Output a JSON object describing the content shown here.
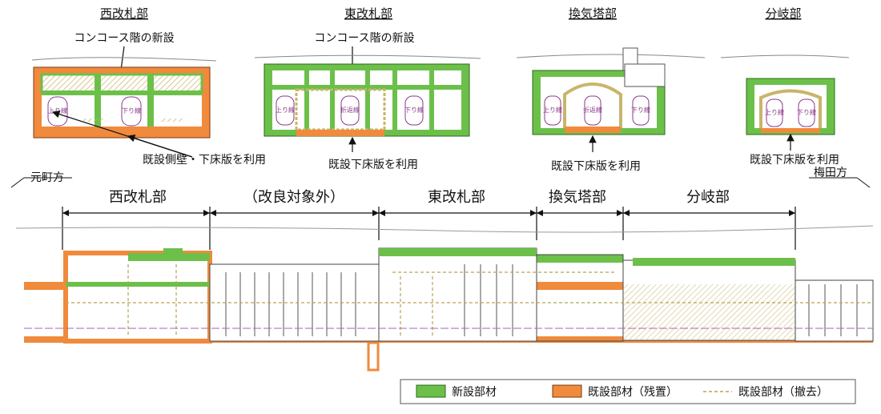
{
  "colors": {
    "new_member": "#6cc04a",
    "remain_member": "#f08a3c",
    "removed_member": "#b8a450",
    "hatch": "#c9b56a",
    "train_label": "#8a3a8a"
  },
  "sections": [
    {
      "title": "西改札部",
      "concourse_note": "コンコース階の新設",
      "reuse_note": "既設側壁・下床版を利用"
    },
    {
      "title": "東改札部",
      "concourse_note": "コンコース階の新設",
      "reuse_note": "既設下床版を利用"
    },
    {
      "title": "換気塔部",
      "reuse_note": "既設下床版を利用"
    },
    {
      "title": "分岐部",
      "reuse_note": "既設下床版を利用"
    }
  ],
  "track_labels": {
    "up": "上り線",
    "down": "下り線",
    "fold": "折返線"
  },
  "profile": {
    "left_direction": "元町方",
    "right_direction": "梅田方",
    "zones": [
      "西改札部",
      "（改良対象外）",
      "東改札部",
      "換気塔部",
      "分岐部"
    ]
  },
  "legend": [
    {
      "label": "新設部材",
      "icon": "green-swatch"
    },
    {
      "label": "既設部材（残置）",
      "icon": "orange-swatch"
    },
    {
      "label": "既設部材（撤去）",
      "icon": "dashed-line"
    }
  ]
}
